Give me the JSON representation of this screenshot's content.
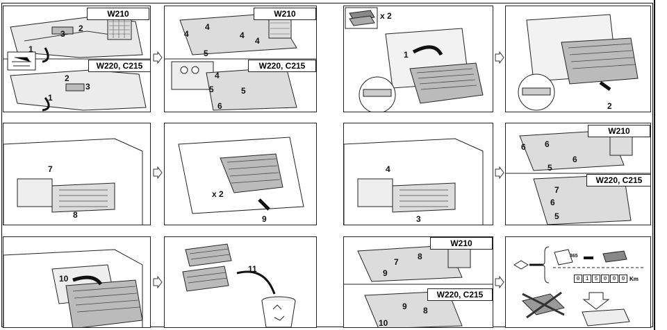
{
  "labels": {
    "w210": "W210",
    "w220_c215": "W220, C215",
    "x2": "x 2",
    "km": "Km",
    "days": "365"
  },
  "panel1": {
    "n1a": "1",
    "n2a": "2",
    "n3a": "3",
    "n1b": "1",
    "n2b": "2",
    "n3b": "3"
  },
  "panel2": {
    "n4": "4",
    "n5": "5",
    "n6": "6"
  },
  "panel3": {
    "n1": "1"
  },
  "panel4": {
    "n2": "2"
  },
  "panel5": {
    "n7": "7",
    "n8": "8"
  },
  "panel6": {
    "n9": "9"
  },
  "panel7": {
    "n4": "4",
    "n3": "3"
  },
  "panel8": {
    "n6": "6",
    "n5": "5",
    "n7": "7"
  },
  "panel9": {
    "n10": "10"
  },
  "panel10": {
    "n11": "11"
  },
  "panel11": {
    "n7": "7",
    "n8": "8",
    "n9": "9",
    "n10": "10"
  },
  "panel12": {
    "odometer_digits": [
      "0",
      "1",
      "5",
      "0",
      "0",
      "0"
    ]
  }
}
